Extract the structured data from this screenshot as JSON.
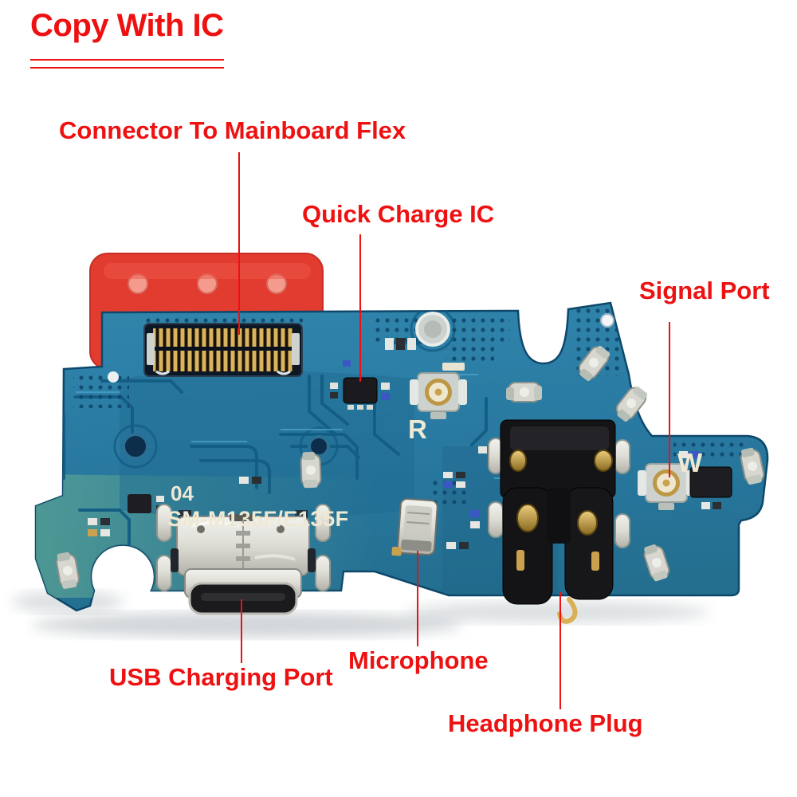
{
  "title": {
    "text": "Copy With IC"
  },
  "annotations": {
    "connector": "Connector To Mainboard Flex",
    "quick_charge": "Quick Charge IC",
    "signal_port": "Signal Port",
    "usb": "USB Charging Port",
    "microphone": "Microphone",
    "headphone": "Headphone Plug"
  },
  "board": {
    "silkscreen_code": "04",
    "silkscreen_model": "SM-M135F/E135F",
    "marking_r": "R",
    "marking_w": "W"
  },
  "colors": {
    "accent_red": "#ee1111",
    "board_blue": "#2a7ba3",
    "flex_red": "#e23c30",
    "pad_gold": "#c9a24f"
  }
}
